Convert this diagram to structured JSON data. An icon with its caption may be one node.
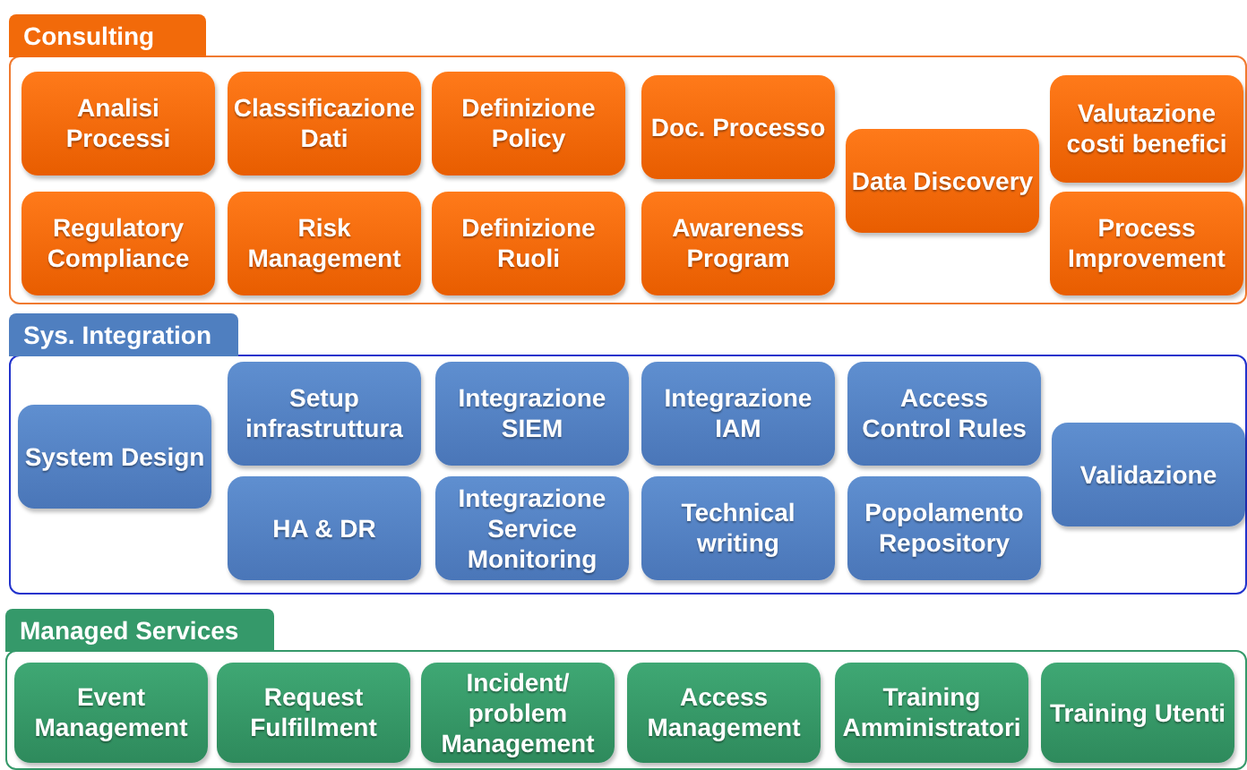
{
  "diagram": {
    "nodes": [
      {
        "text": [
          "Consulting"
        ]
      },
      {
        "text": [
          "Analisi Processi"
        ],
        "in": 0
      },
      {
        "text": [
          "Classificazione Dati"
        ],
        "in": 0
      },
      {
        "text": [
          "Definizione Policy"
        ],
        "in": 0
      },
      {
        "text": [
          "Doc. Processo"
        ],
        "in": 0
      },
      {
        "text": [
          "Data Discovery"
        ],
        "in": 0
      },
      {
        "text": [
          "Valutazione costi benefici"
        ],
        "in": 0
      },
      {
        "text": [
          "Regulatory Compliance"
        ],
        "in": 0
      },
      {
        "text": [
          "Risk Management"
        ],
        "in": 0
      },
      {
        "text": [
          "Definizione Ruoli"
        ],
        "in": 0
      },
      {
        "text": [
          "Awareness Program"
        ],
        "in": 0
      },
      {
        "text": [
          "Process Improvement"
        ],
        "in": 0
      },
      {
        "text": [
          "Sys. Integration"
        ]
      },
      {
        "text": [
          "System Design"
        ],
        "in": 12
      },
      {
        "text": [
          "Setup infrastruttura"
        ],
        "in": 12
      },
      {
        "text": [
          "Integrazione SIEM"
        ],
        "in": 12
      },
      {
        "text": [
          "Integrazione IAM"
        ],
        "in": 12
      },
      {
        "text": [
          "Access Control Rules"
        ],
        "in": 12
      },
      {
        "text": [
          "Validazione"
        ],
        "in": 12
      },
      {
        "text": [
          "HA & DR"
        ],
        "in": 12
      },
      {
        "text": [
          "Integrazione Service Monitoring"
        ],
        "in": 12
      },
      {
        "text": [
          "Technical writing"
        ],
        "in": 12
      },
      {
        "text": [
          "Popolamento Repository"
        ],
        "in": 12
      },
      {
        "text": [
          "Managed Services"
        ]
      },
      {
        "text": [
          "Event Management"
        ],
        "in": 23
      },
      {
        "text": [
          "Request Fulfillment"
        ],
        "in": 23
      },
      {
        "text": [
          "Incident/ problem Management"
        ],
        "in": 23
      },
      {
        "text": [
          "Access Management"
        ],
        "in": 23
      },
      {
        "text": [
          "Training Amministratori"
        ],
        "in": 23
      },
      {
        "text": [
          "Training Utenti"
        ],
        "in": 23
      }
    ]
  }
}
